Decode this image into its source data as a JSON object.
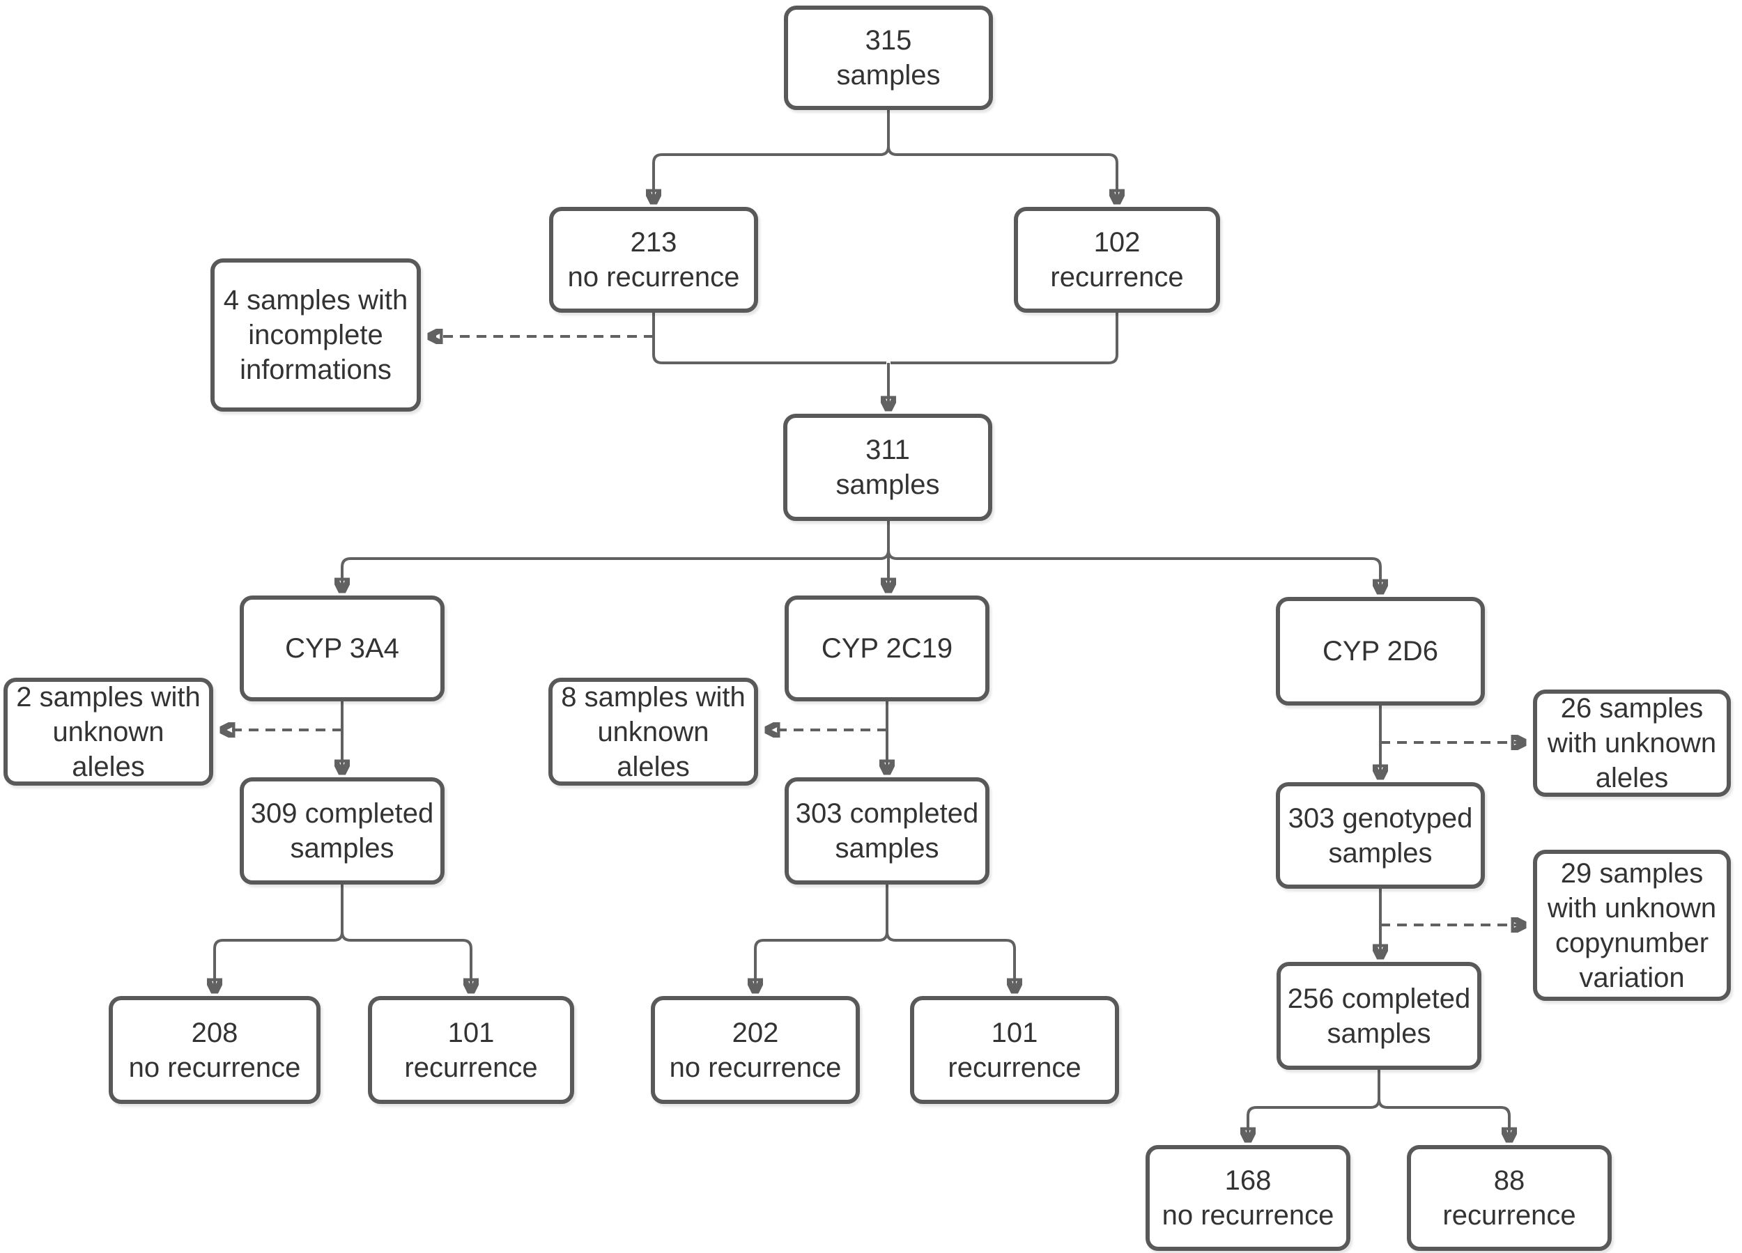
{
  "diagram": {
    "type": "flowchart",
    "colors": {
      "background": "#ffffff",
      "box_border": "#595959",
      "box_fill": "#ffffff",
      "connector": "#616161",
      "text": "#333333"
    },
    "nodes": {
      "n315": {
        "text": "315\nsamples"
      },
      "n213": {
        "text": "213\nno recurrence"
      },
      "n102": {
        "text": "102\nrecurrence"
      },
      "n4": {
        "text": "4 samples with\nincomplete\ninformations"
      },
      "n311": {
        "text": "311\nsamples"
      },
      "cyp3a4": {
        "text": "CYP 3A4"
      },
      "n2": {
        "text": "2 samples with\nunknown\naleles"
      },
      "n309": {
        "text": "309 completed\nsamples"
      },
      "n208": {
        "text": "208\nno recurrence"
      },
      "n101a": {
        "text": "101\nrecurrence"
      },
      "cyp2c19": {
        "text": "CYP 2C19"
      },
      "n8": {
        "text": "8 samples with\nunknown\naleles"
      },
      "n303c": {
        "text": "303 completed\nsamples"
      },
      "n202": {
        "text": "202\nno recurrence"
      },
      "n101b": {
        "text": "101\nrecurrence"
      },
      "cyp2d6": {
        "text": "CYP 2D6"
      },
      "n26": {
        "text": "26 samples\nwith unknown\naleles"
      },
      "n303g": {
        "text": "303 genotyped\nsamples"
      },
      "n29": {
        "text": "29 samples\nwith unknown\ncopynumber\nvariation"
      },
      "n256": {
        "text": "256 completed\nsamples"
      },
      "n168": {
        "text": "168\nno recurrence"
      },
      "n88": {
        "text": "88\nrecurrence"
      }
    }
  }
}
